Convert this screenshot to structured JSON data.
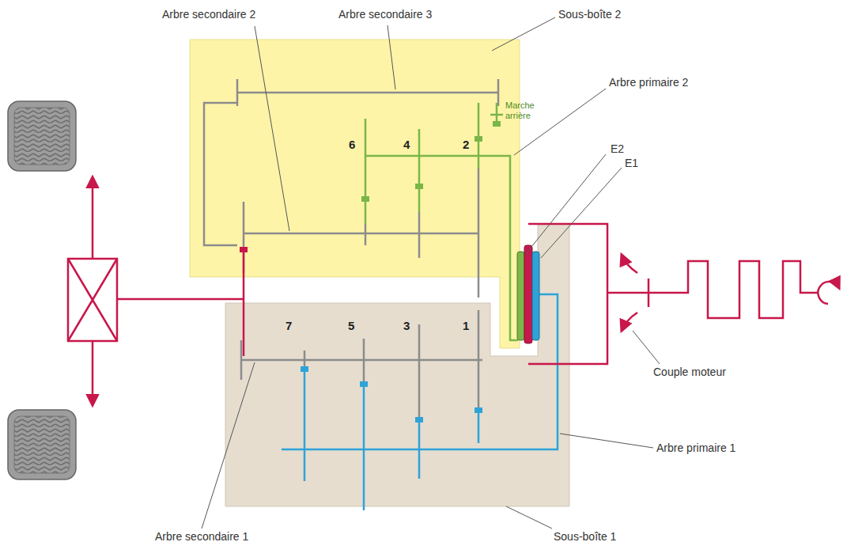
{
  "diagram": {
    "labels": [
      "Arbre secondaire 2",
      "Arbre secondaire 3",
      "Sous-boîte 2",
      "Arbre primaire 2",
      "Marche arrière",
      "E2",
      "E1",
      "6",
      "4",
      "2",
      "7",
      "5",
      "3",
      "1",
      "Couple moteur",
      "Arbre primaire 1",
      "Arbre secondaire 1",
      "Sous-boîte 1"
    ]
  }
}
